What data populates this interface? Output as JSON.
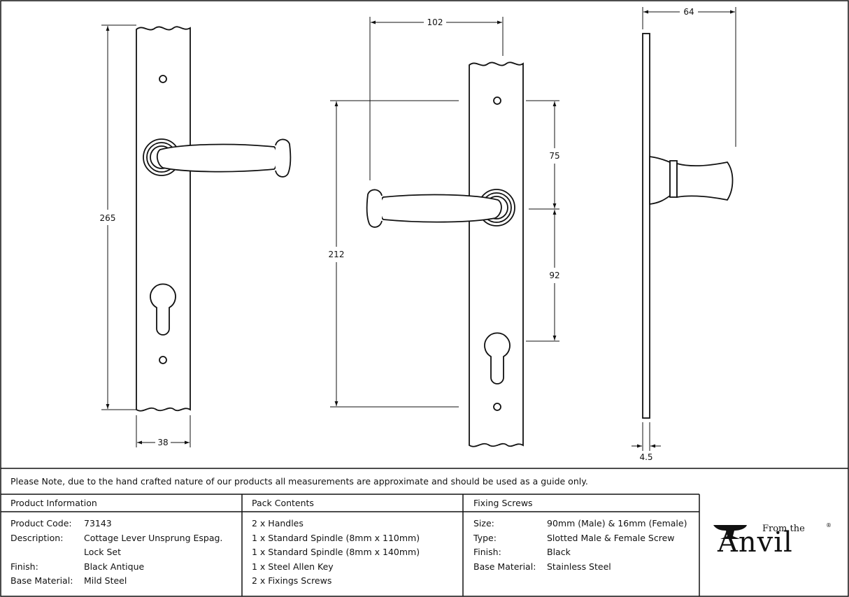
{
  "dimensions": {
    "front_height": "265",
    "front_width": "38",
    "lever_projection": "102",
    "fixing_span": "212",
    "upper_to_lever": "75",
    "lever_to_keyhole": "92",
    "side_depth": "64",
    "plate_thickness": "4.5"
  },
  "note": "Please Note, due to the hand crafted nature of our products all measurements are approximate and should be used as a guide only.",
  "product_information": {
    "heading": "Product Information",
    "rows": [
      {
        "label": "Product Code:",
        "value": "73143"
      },
      {
        "label": "Description:",
        "value": "Cottage Lever Unsprung Espag."
      },
      {
        "label": "",
        "value": "Lock Set"
      },
      {
        "label": "Finish:",
        "value": "Black Antique"
      },
      {
        "label": "Base Material:",
        "value": "Mild Steel"
      }
    ]
  },
  "pack_contents": {
    "heading": "Pack Contents",
    "items": [
      "2 x Handles",
      "1 x Standard Spindle (8mm x 110mm)",
      "1 x Standard Spindle (8mm x 140mm)",
      "1 x Steel Allen Key",
      "2 x Fixings Screws"
    ]
  },
  "fixing_screws": {
    "heading": "Fixing Screws",
    "rows": [
      {
        "label": "Size:",
        "value": "90mm (Male) & 16mm (Female)"
      },
      {
        "label": "Type:",
        "value": "Slotted Male & Female Screw"
      },
      {
        "label": "Finish:",
        "value": "Black"
      },
      {
        "label": "Base Material:",
        "value": "Stainless Steel"
      }
    ]
  },
  "logo": {
    "from": "From the",
    "name": "Anvil",
    "reg": "®"
  }
}
